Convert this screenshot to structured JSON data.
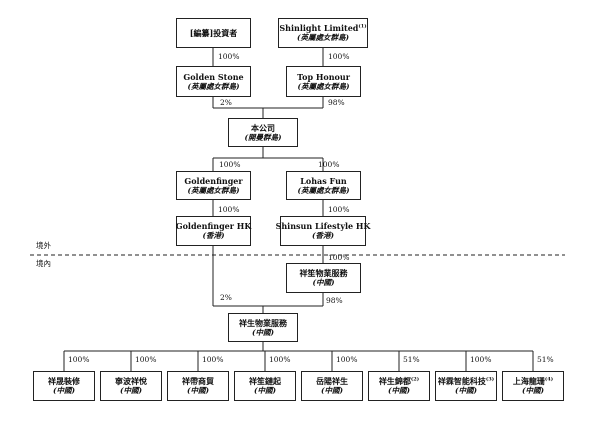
{
  "top": {
    "investor": {
      "name": "[編纂]投資者"
    },
    "shinlight": {
      "name": "Shinlight Limited",
      "note": "(1)",
      "juris": "(英屬處女群島)"
    }
  },
  "second": {
    "golden_stone": {
      "name": "Golden Stone",
      "juris": "(英屬處女群島)"
    },
    "top_honour": {
      "name": "Top Honour",
      "juris": "(英屬處女群島)"
    }
  },
  "company": {
    "name": "本公司",
    "juris": "(開曼群島)"
  },
  "third": {
    "goldenfinger": {
      "name": "Goldenfinger",
      "juris": "(英屬處女群島)"
    },
    "lohas": {
      "name": "Lohas Fun",
      "juris": "(英屬處女群島)"
    }
  },
  "fourth": {
    "goldenfinger_hk": {
      "name": "Goldenfinger HK",
      "juris": "(香港)"
    },
    "shinsun_hk": {
      "name": "Shinsun Lifestyle HK",
      "juris": "(香港)"
    }
  },
  "onshore": {
    "property": {
      "name": "祥笙物業服務",
      "juris": "(中國)"
    }
  },
  "main": {
    "name": "祥生物業服務",
    "juris": "(中國)"
  },
  "subs": [
    {
      "name": "祥晟裝修",
      "note": "",
      "juris": "(中國)",
      "pct": "100%"
    },
    {
      "name": "寧波祥悅",
      "note": "",
      "juris": "(中國)",
      "pct": "100%"
    },
    {
      "name": "祥帶商貿",
      "note": "",
      "juris": "(中國)",
      "pct": "100%"
    },
    {
      "name": "祥笙鏈起",
      "note": "",
      "juris": "(中國)",
      "pct": "100%"
    },
    {
      "name": "岳陽祥生",
      "note": "",
      "juris": "(中國)",
      "pct": "100%"
    },
    {
      "name": "祥生錦都",
      "note": "(2)",
      "juris": "(中國)",
      "pct": "51%"
    },
    {
      "name": "祥霖智能科技",
      "note": "(3)",
      "juris": "(中國)",
      "pct": "100%"
    },
    {
      "name": "上海龍珊",
      "note": "(4)",
      "juris": "(中國)",
      "pct": "51%"
    }
  ],
  "pcts": {
    "investor_gs": "100%",
    "shin_th": "100%",
    "gs_co": "2%",
    "th_co": "98%",
    "co_gf": "100%",
    "co_lf": "100%",
    "gf_gfhk": "100%",
    "lf_sshk": "100%",
    "sshk_prop": "100%",
    "gfhk_main": "2%",
    "prop_main": "98%"
  },
  "labels": {
    "offshore": "境外",
    "onshore": "境內"
  }
}
